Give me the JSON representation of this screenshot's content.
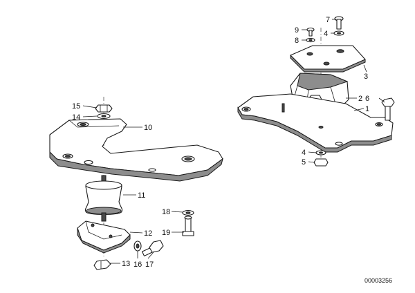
{
  "callouts": {
    "c1": "1",
    "c2": "2",
    "c3": "3",
    "c4a": "4",
    "c4b": "4",
    "c5": "5",
    "c6": "6",
    "c7": "7",
    "c8": "8",
    "c9": "9",
    "c10": "10",
    "c11": "11",
    "c12": "12",
    "c13": "13",
    "c14": "14",
    "c15": "15",
    "c16": "16",
    "c17": "17",
    "c18": "18",
    "c19": "19"
  },
  "drawing_number": "00003256"
}
